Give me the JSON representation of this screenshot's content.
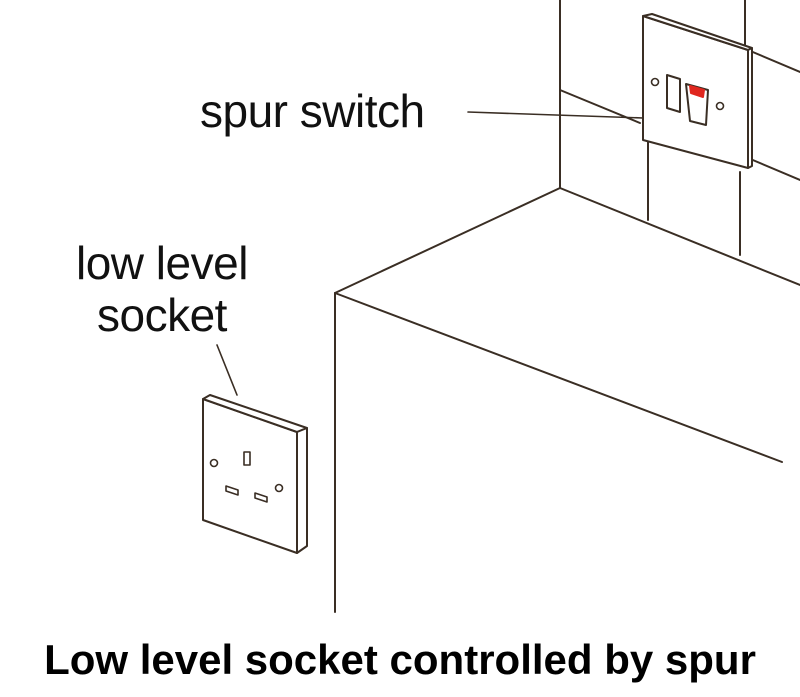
{
  "diagram": {
    "labels": {
      "spur_switch": "spur switch",
      "low_level_socket_line1": "low level",
      "low_level_socket_line2": "socket"
    },
    "caption": "Low level socket controlled by spur",
    "colors": {
      "line": "#3a2e24",
      "indicator": "#e0271f",
      "background": "#ffffff"
    }
  }
}
